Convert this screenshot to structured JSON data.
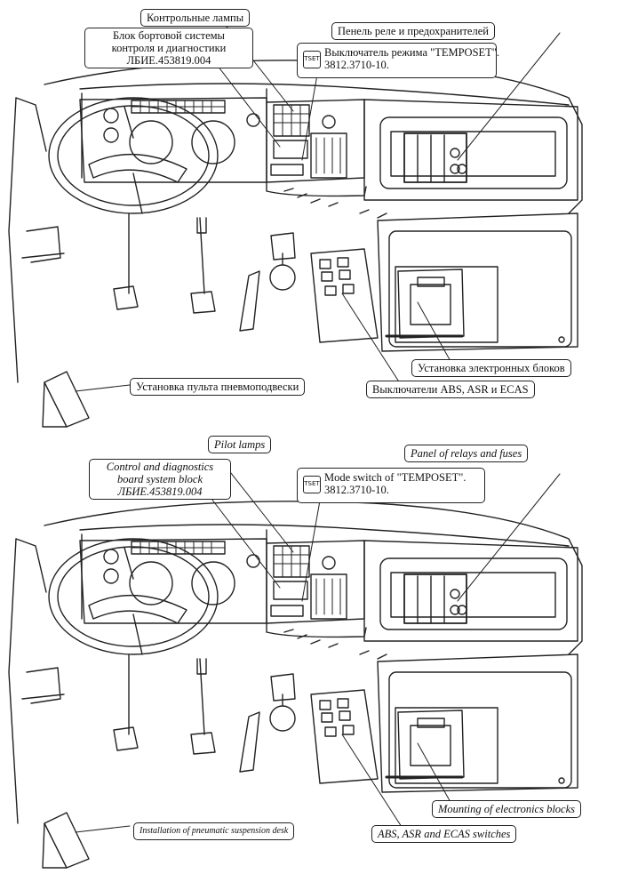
{
  "panels": [
    {
      "lang": "ru",
      "labels": {
        "pilot_lamps": "Контрольные лампы",
        "control_block_1": "Блок бортовой системы",
        "control_block_2": "контроля и диагностики",
        "control_block_3": "ЛБИЕ.453819.004",
        "relay_panel": "Пенель реле и предохранителей",
        "mode_switch_1": "Выключатель режима  \"TEMPOSET\".",
        "mode_switch_2": "3812.3710-10.",
        "mode_switch_icon": "TSET",
        "electronics_blocks": "Установка электронных блоков",
        "abs_switches": "Выключатели ABS, ASR и ECAS",
        "pneumatic_desk": "Установка пульта пневмоподвески"
      }
    },
    {
      "lang": "en",
      "labels": {
        "pilot_lamps": "Pilot lamps",
        "control_block_1": "Control and diagnostics",
        "control_block_2": "board system block",
        "control_block_3": "ЛБИЕ.453819.004",
        "relay_panel": "Panel of relays and fuses",
        "mode_switch_1": "Mode switch of  \"TEMPOSET\".",
        "mode_switch_2": "3812.3710-10.",
        "mode_switch_icon": "TSET",
        "electronics_blocks": "Mounting of electronics blocks",
        "abs_switches": "ABS, ASR and ECAS switches",
        "pneumatic_desk": "Installation of pneumatic suspension desk"
      }
    }
  ]
}
